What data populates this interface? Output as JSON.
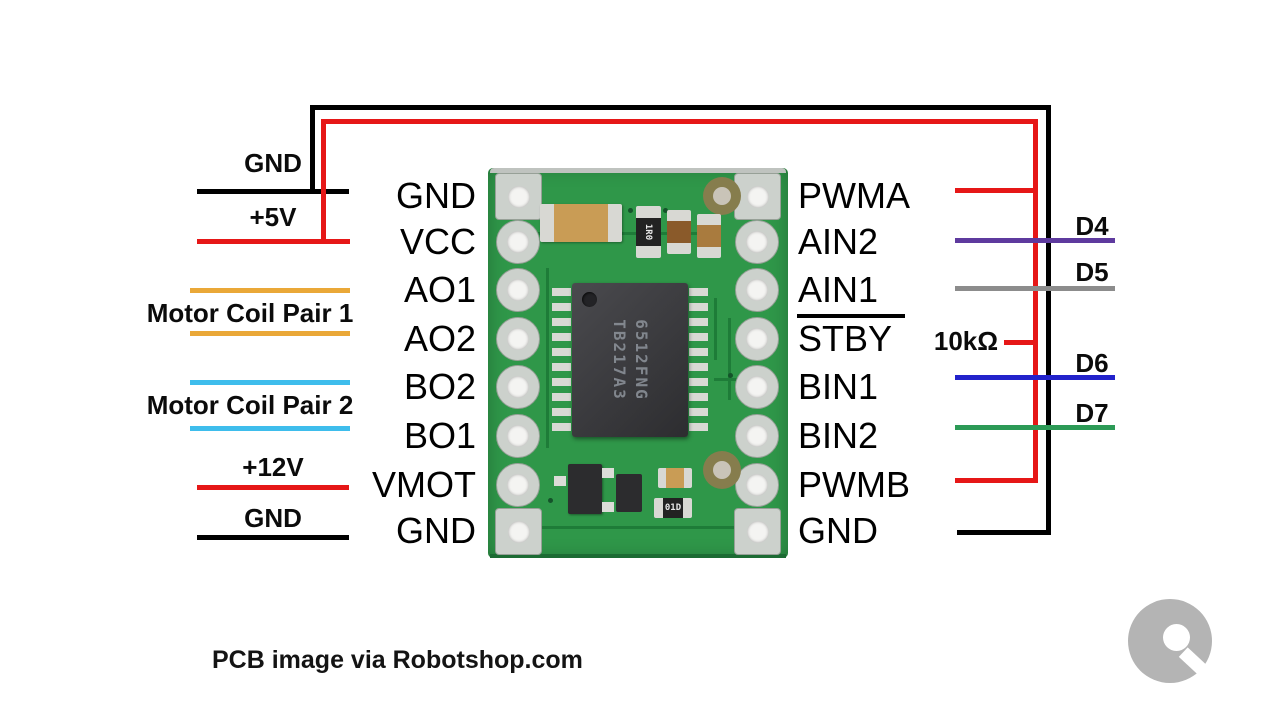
{
  "colors": {
    "wire_black": "#000000",
    "wire_red": "#e61717",
    "wire_orange": "#eaa838",
    "wire_cyan": "#3ebdec",
    "wire_purple": "#5e3a9e",
    "wire_gray": "#8c8c8c",
    "wire_blue": "#2222cb",
    "wire_green": "#2c9a56",
    "board_green": "#2f9749",
    "board_trace": "#1e7c38",
    "pad_silver": "#ccd1cc",
    "copper": "#867d4d",
    "chip_body": "#3a3a3e",
    "logo_gray": "#b4b4b4"
  },
  "pins": {
    "left": [
      "GND",
      "VCC",
      "AO1",
      "AO2",
      "BO2",
      "BO1",
      "VMOT",
      "GND"
    ],
    "right": [
      "PWMA",
      "AIN2",
      "AIN1",
      "STBY",
      "BIN1",
      "BIN2",
      "PWMB",
      "GND"
    ]
  },
  "left_labels": {
    "gnd_top": "GND",
    "v5": "+5V",
    "coil1": "Motor Coil Pair 1",
    "coil2": "Motor Coil Pair 2",
    "v12": "+12V",
    "gnd_bottom": "GND"
  },
  "right_labels": {
    "d4": "D4",
    "d5": "D5",
    "resistor": "10kΩ",
    "d6": "D6",
    "d7": "D7"
  },
  "board": {
    "chip_col_right": "6512FNG",
    "chip_col_left": "TB217A3",
    "resistor_top": "1R0",
    "resistor_bottom": "01D"
  },
  "caption": "PCB image via Robotshop.com"
}
